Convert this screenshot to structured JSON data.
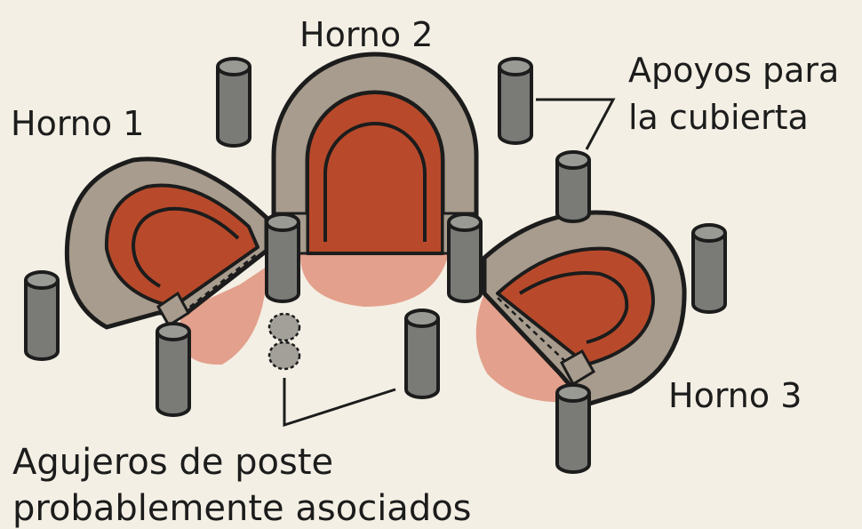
{
  "labels": {
    "horno1": "Horno 1",
    "horno2": "Horno 2",
    "horno3": "Horno 3",
    "apoyos_line1": "Apoyos para",
    "apoyos_line2": "la cubierta",
    "agujeros_line1": "Agujeros de poste",
    "agujeros_line2": "probablemente asociados"
  },
  "colors": {
    "background": "#f3efe4",
    "wall": "#a79c8d",
    "inner_red": "#b84a2b",
    "floor_pink": "#e3a08c",
    "post": "#7a7a76",
    "post_top": "#9a9a95",
    "outline": "#1c1c1c"
  }
}
